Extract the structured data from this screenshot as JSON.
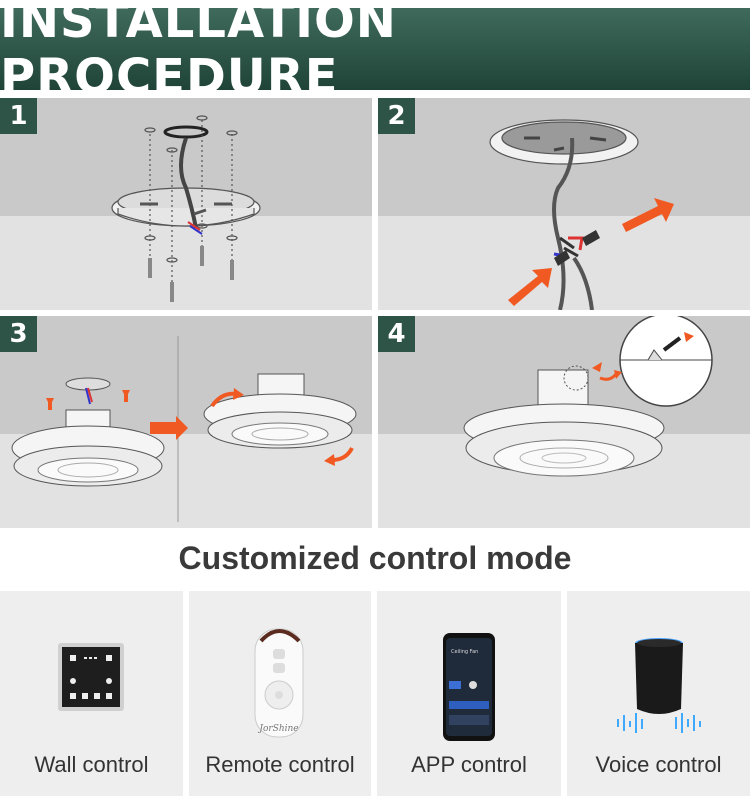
{
  "header": {
    "title": "INSTALLATION PROCEDURE"
  },
  "steps": [
    {
      "number": "1"
    },
    {
      "number": "2"
    },
    {
      "number": "3"
    },
    {
      "number": "4"
    }
  ],
  "control_section": {
    "title": "Customized control mode"
  },
  "control_modes": [
    {
      "label": "Wall control",
      "icon": "wall-switch-panel"
    },
    {
      "label": "Remote control",
      "icon": "remote-controller",
      "brand_text": "JorShine"
    },
    {
      "label": "APP control",
      "icon": "smartphone-app",
      "screen_title": "Ceiling Fan"
    },
    {
      "label": "Voice control",
      "icon": "smart-speaker"
    }
  ],
  "colors": {
    "banner": "#2d5446",
    "accent_arrow": "#f05a22",
    "background": "#ffffff"
  }
}
